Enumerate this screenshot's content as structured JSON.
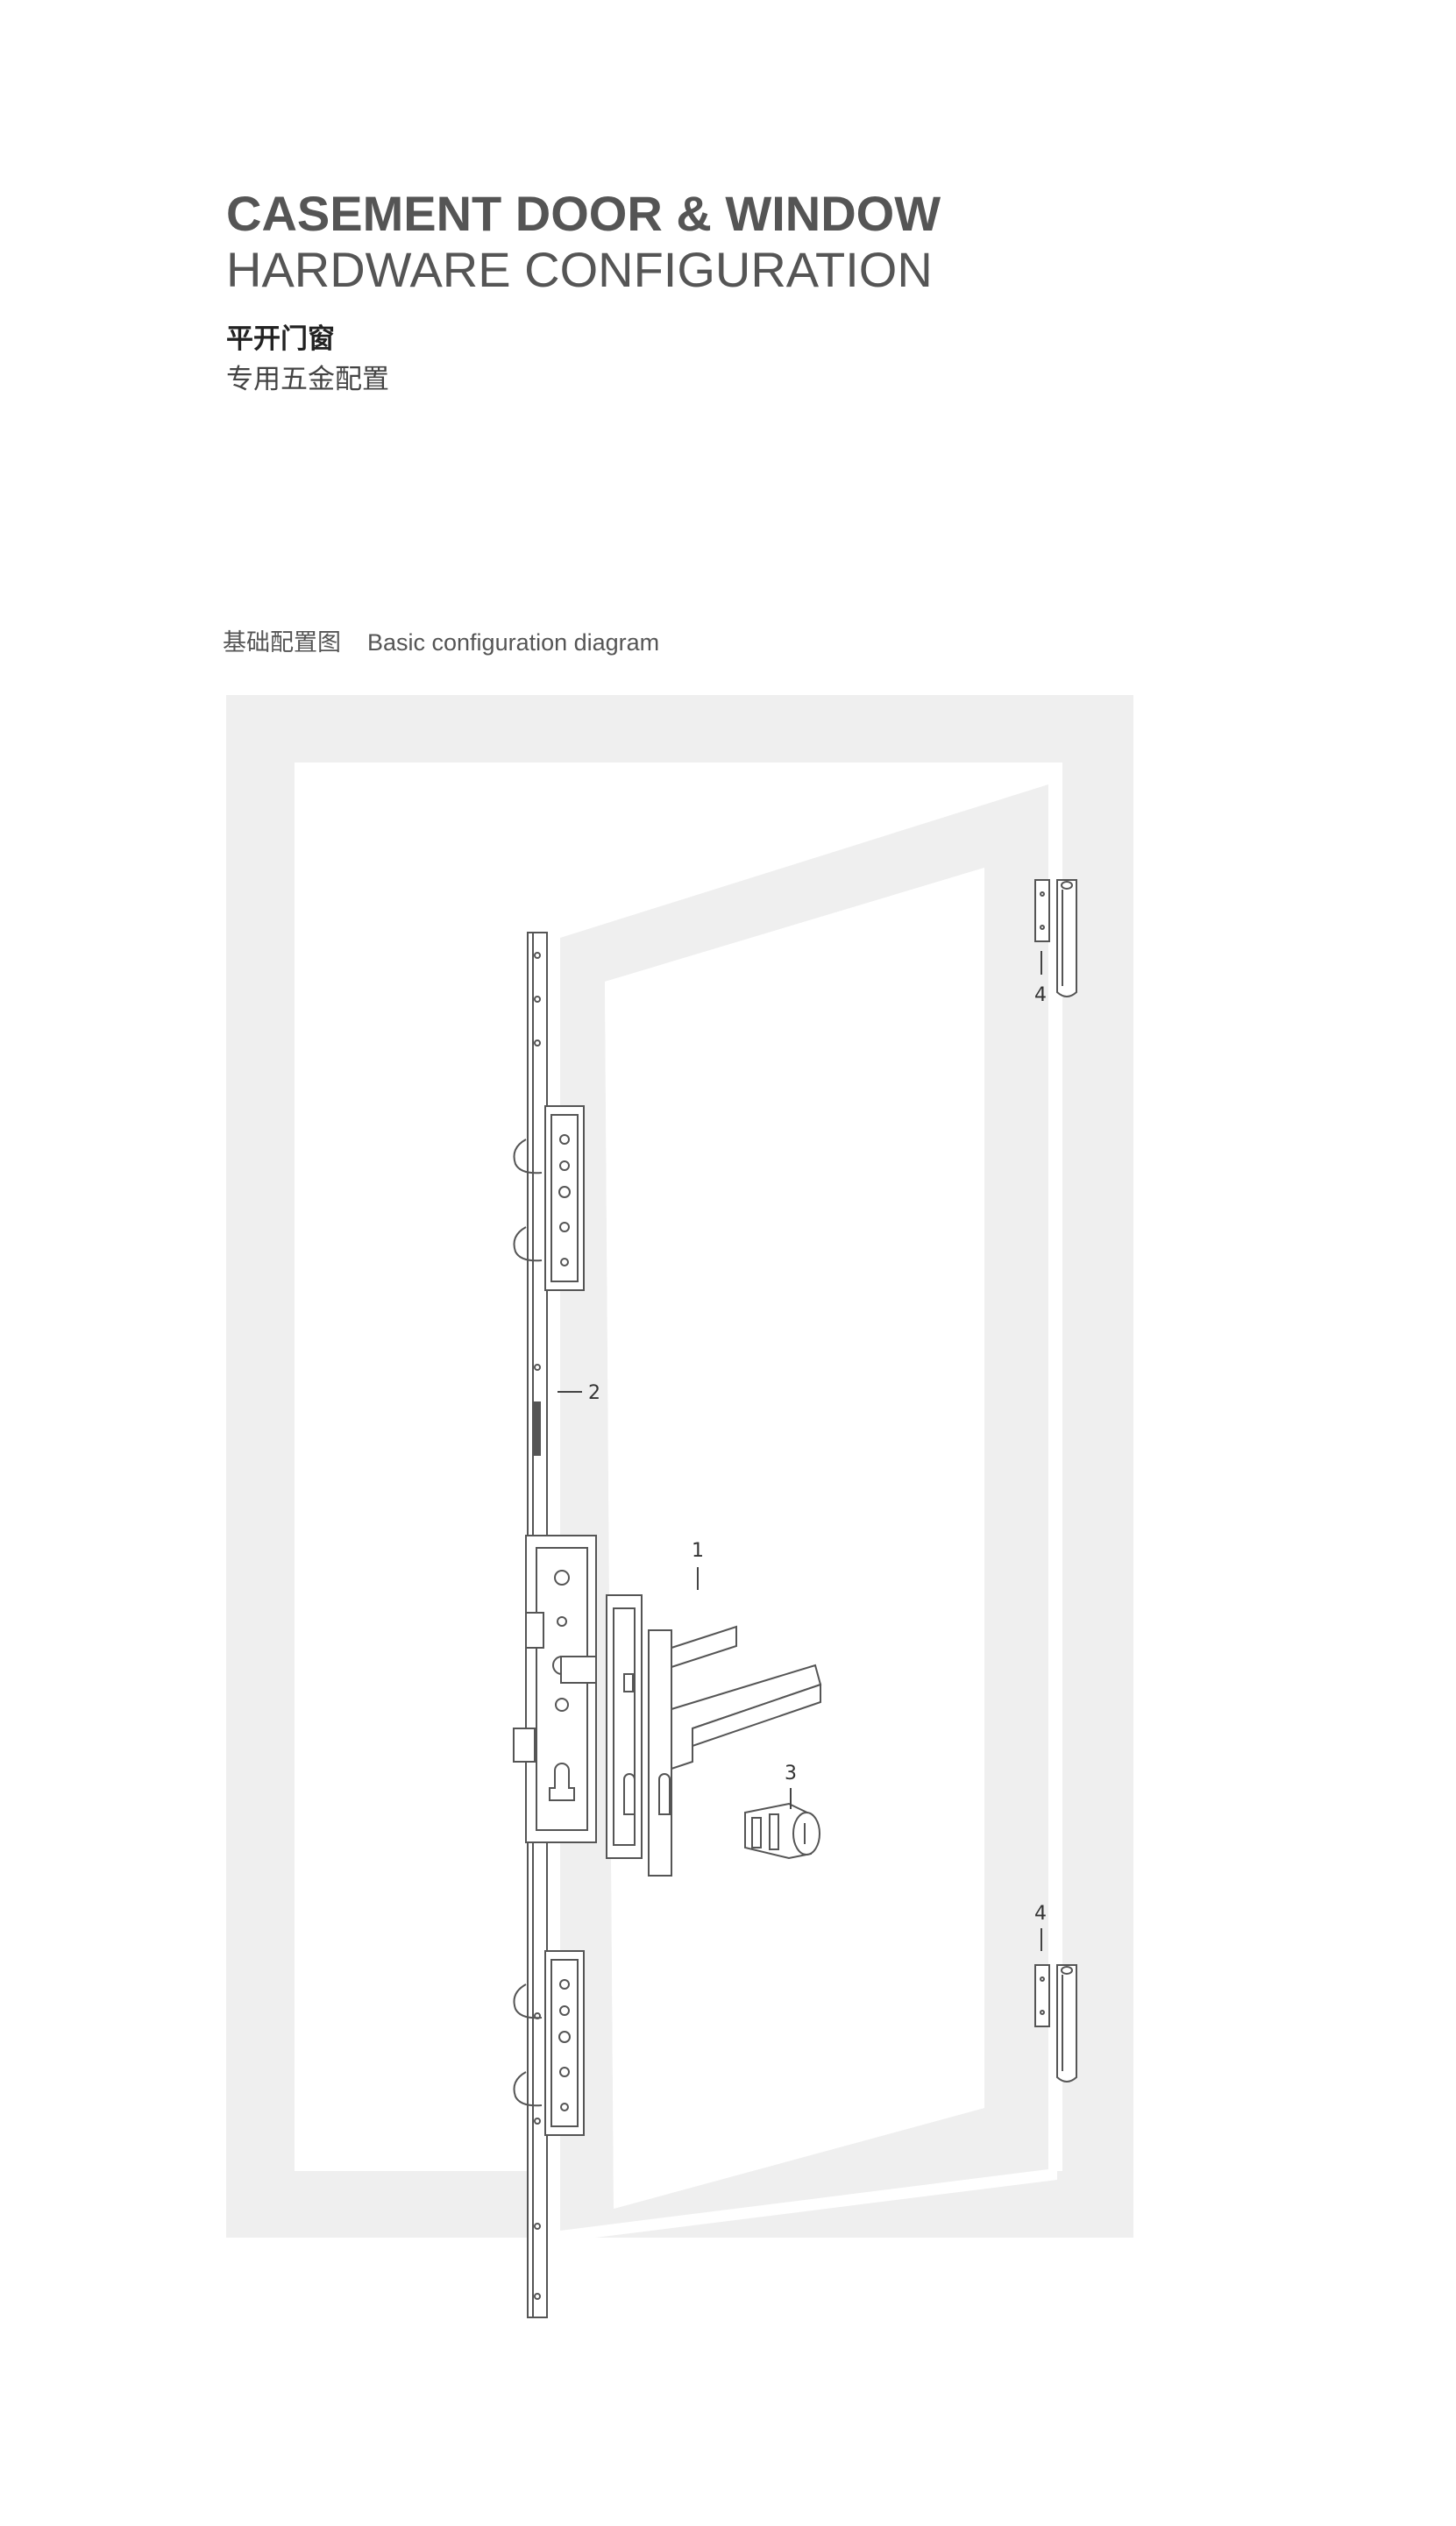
{
  "header": {
    "title_line1": "CASEMENT DOOR & WINDOW",
    "title_line2": "HARDWARE CONFIGURATION",
    "cn_line1": "平开门窗",
    "cn_line2": "专用五金配置"
  },
  "diagram": {
    "caption_cn": "基础配置图",
    "caption_en": "Basic configuration diagram",
    "callouts": {
      "handle": "1",
      "lock_strip": "2",
      "cylinder": "3",
      "hinge_top": "4",
      "hinge_bottom": "4"
    }
  },
  "colors": {
    "frame": "#efefef",
    "line": "#555555",
    "text": "#555555"
  }
}
